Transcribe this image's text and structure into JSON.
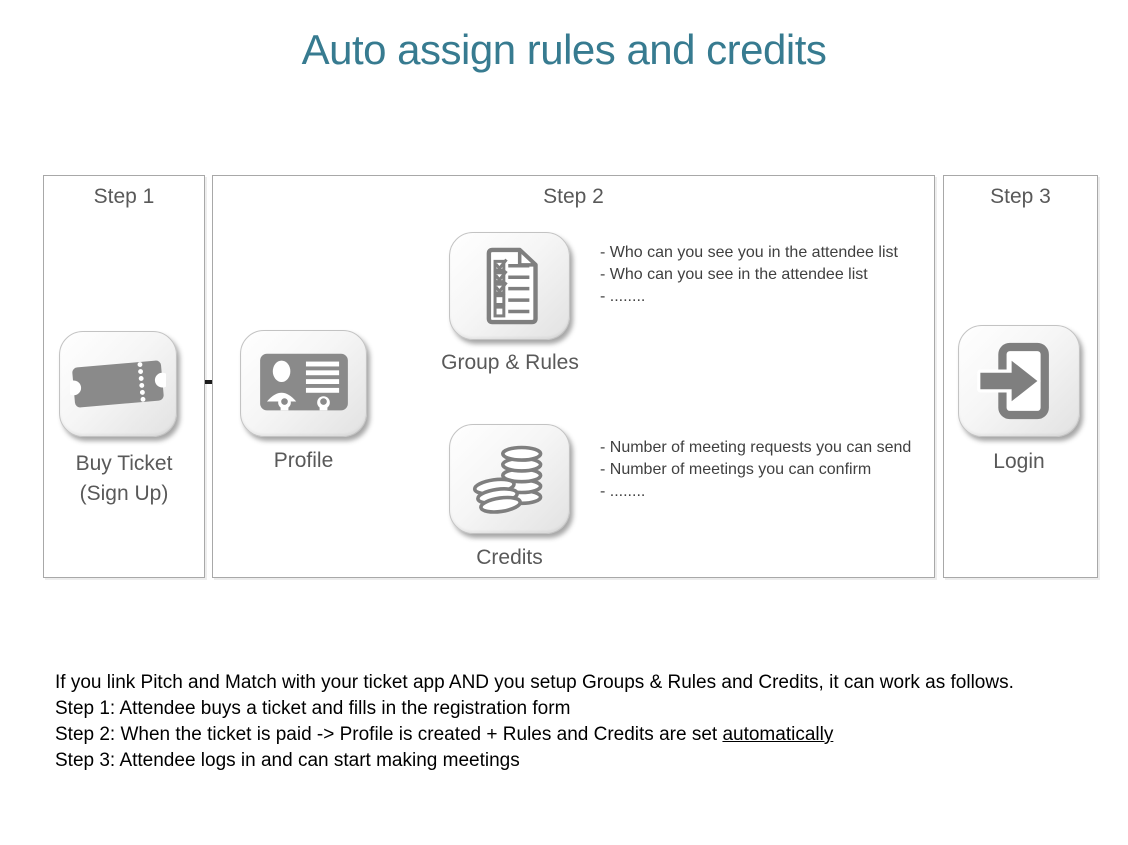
{
  "title": "Auto assign rules and credits",
  "colors": {
    "title": "#377b90",
    "label": "#595959",
    "bullet": "#404040",
    "footer": "#000000",
    "line": "#1c1c1c",
    "border": "#a8a8a8",
    "icon": "#7f7f7f"
  },
  "step1": {
    "header": "Step 1",
    "icon": "ticket-icon",
    "caption_line1": "Buy Ticket",
    "caption_line2": "(Sign Up)"
  },
  "step2": {
    "header": "Step 2",
    "profile": {
      "label": "Profile",
      "icon": "id-card-icon"
    },
    "group_rules": {
      "label": "Group & Rules",
      "icon": "checklist-icon",
      "bullets": [
        "- Who can you see you in the attendee list",
        "- Who can you see in the attendee list",
        "- ........"
      ]
    },
    "credits": {
      "label": "Credits",
      "icon": "coins-icon",
      "bullets": [
        "- Number of meeting requests you can send",
        "- Number of meetings you can confirm",
        "- ........"
      ]
    }
  },
  "step3": {
    "header": "Step 3",
    "icon": "login-icon",
    "label": "Login"
  },
  "footer": {
    "line1": "If you link Pitch and Match with your ticket app AND you setup Groups & Rules and Credits, it can work as follows.",
    "line2": "Step 1: Attendee buys a ticket and fills in the registration form",
    "line3_prefix": "Step 2: When the ticket is paid -> Profile is created + Rules and Credits are set ",
    "line3_underlined": "automatically",
    "line4": "Step 3: Attendee logs in and can start making meetings"
  }
}
